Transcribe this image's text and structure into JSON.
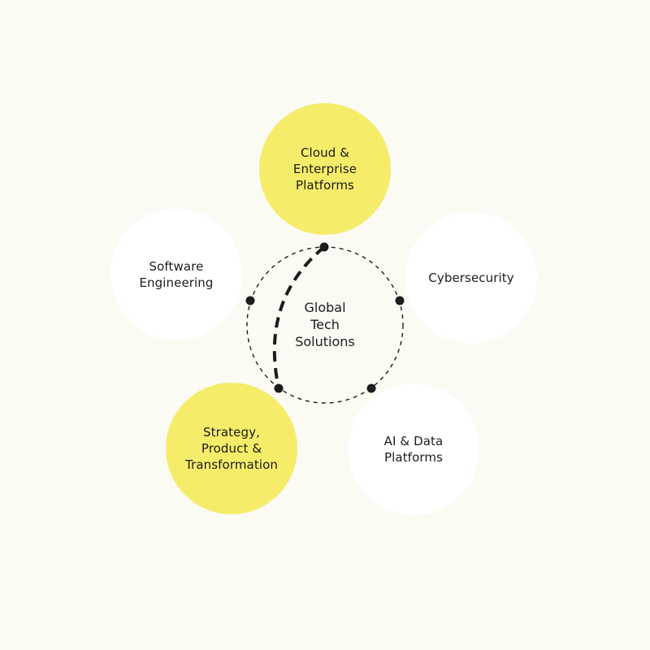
{
  "center": {
    "label": "Global\nTech\nSolutions"
  },
  "nodes": {
    "cloud": {
      "label": "Cloud &\nEnterprise\nPlatforms",
      "color": "#f5ec6a"
    },
    "software": {
      "label": "Software\nEngineering",
      "color": "#ffffff"
    },
    "cyber": {
      "label": "Cybersecurity",
      "color": "#ffffff"
    },
    "strategy": {
      "label": "Strategy,\nProduct &\nTransformation",
      "color": "#f5ec6a"
    },
    "ai": {
      "label": "AI & Data\nPlatforms",
      "color": "#ffffff"
    }
  },
  "colors": {
    "background": "#fbfaf3",
    "accent": "#f5ec6a",
    "line": "#1c1c1c"
  }
}
